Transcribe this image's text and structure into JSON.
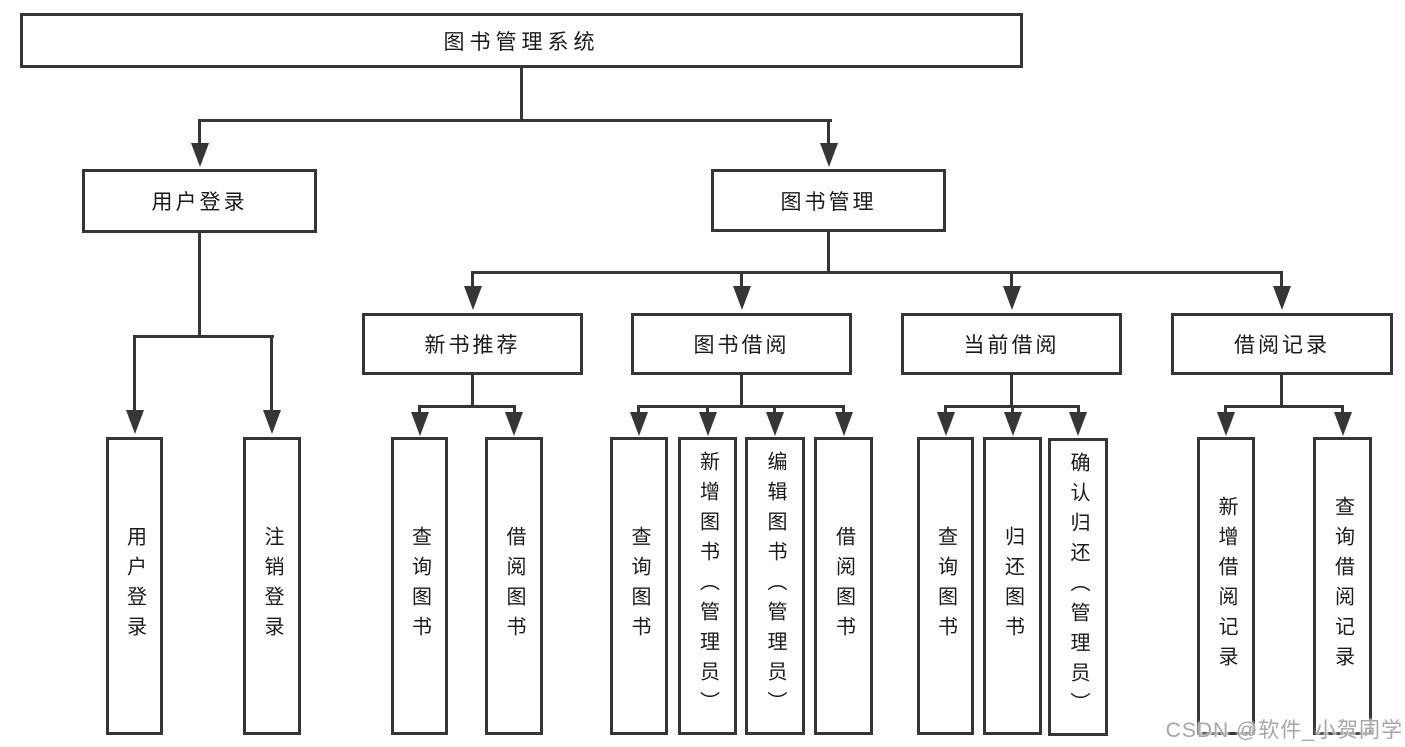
{
  "colors": {
    "line": "#363636",
    "text": "#1a1a1a",
    "watermark": "#a6a6a6",
    "background": "#ffffff"
  },
  "watermark": {
    "text": "CSDN @软件_小贺同学"
  },
  "tree": {
    "root": {
      "label": "图书管理系统"
    },
    "level2": [
      {
        "label": "用户登录",
        "children": [
          {
            "label": "用户登录"
          },
          {
            "label": "注销登录"
          }
        ]
      },
      {
        "label": "图书管理",
        "children": [
          {
            "label": "新书推荐",
            "children": [
              {
                "label": "查询图书"
              },
              {
                "label": "借阅图书"
              }
            ]
          },
          {
            "label": "图书借阅",
            "children": [
              {
                "label": "查询图书"
              },
              {
                "label": "新增图书（管理员）"
              },
              {
                "label": "编辑图书（管理员）"
              },
              {
                "label": "借阅图书"
              }
            ]
          },
          {
            "label": "当前借阅",
            "children": [
              {
                "label": "查询图书"
              },
              {
                "label": "归还图书"
              },
              {
                "label": "确认归还（管理员）"
              }
            ]
          },
          {
            "label": "借阅记录",
            "children": [
              {
                "label": "新增借阅记录"
              },
              {
                "label": "查询借阅记录"
              }
            ]
          }
        ]
      }
    ]
  }
}
